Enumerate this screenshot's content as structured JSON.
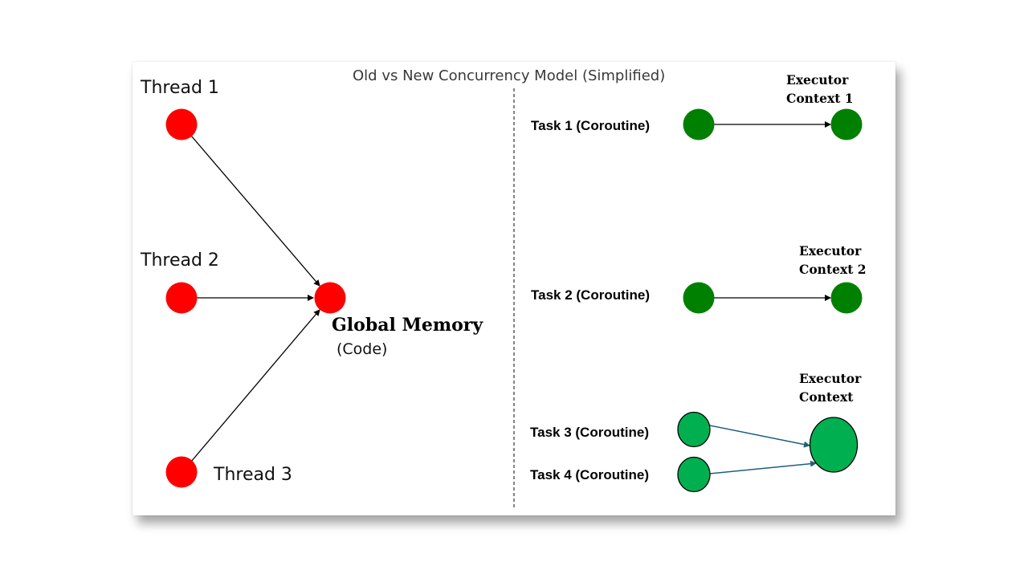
{
  "diagram": {
    "title": "Old vs New Concurrency Model (Simplified)",
    "old_model": {
      "threads": [
        "Thread 1",
        "Thread 2",
        "Thread 3"
      ],
      "target_label": "Global Memory",
      "target_sublabel": "(Code)",
      "node_color": "#ff0000"
    },
    "new_model": {
      "tasks": [
        "Task 1 (Coroutine)",
        "Task 2 (Coroutine)",
        "Task 3 (Coroutine)",
        "Task 4 (Coroutine)"
      ],
      "executors": [
        {
          "line1": "Executor",
          "line2": "Context 1"
        },
        {
          "line1": "Executor",
          "line2": "Context 2"
        },
        {
          "line1": "Executor",
          "line2": "Context"
        }
      ],
      "dark_green": "#008000",
      "light_green": "#00b050",
      "shared_arrow_color": "#1f5f7a"
    }
  }
}
